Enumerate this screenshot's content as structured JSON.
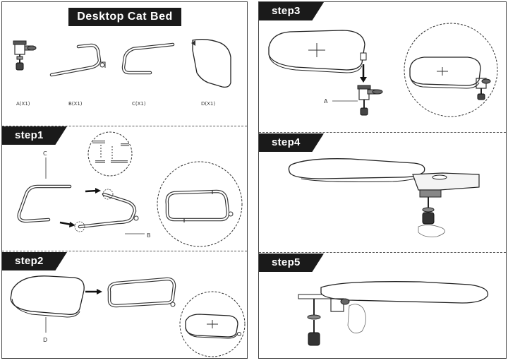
{
  "title": "Desktop Cat Bed",
  "parts": [
    {
      "letter": "A",
      "label": "A(X1)"
    },
    {
      "letter": "B",
      "label": "B(X1)"
    },
    {
      "letter": "C",
      "label": "C(X1)"
    },
    {
      "letter": "D",
      "label": "D(X1)"
    }
  ],
  "steps": [
    {
      "label": "step1",
      "callouts": [
        "C",
        "B"
      ]
    },
    {
      "label": "step2",
      "callouts": [
        "D"
      ]
    },
    {
      "label": "step3",
      "callouts": [
        "A"
      ]
    },
    {
      "label": "step4",
      "callouts": []
    },
    {
      "label": "step5",
      "callouts": []
    }
  ]
}
